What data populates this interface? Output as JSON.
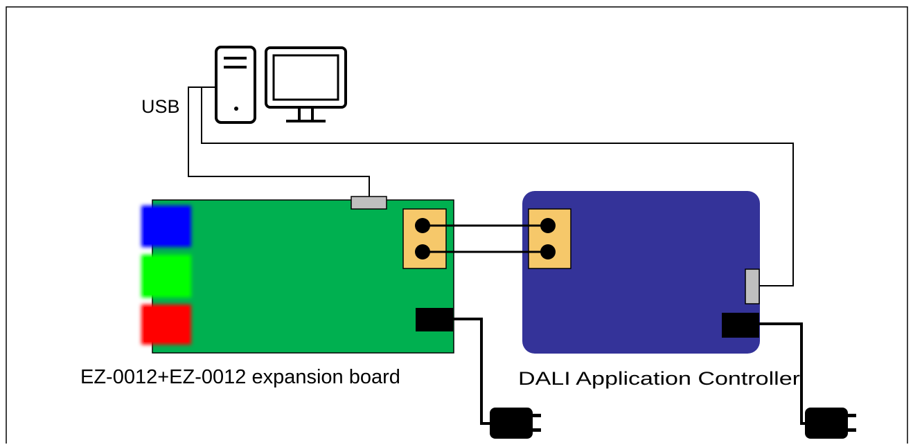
{
  "labels": {
    "usb": "USB",
    "left_board": "EZ-0012+EZ-0012 expansion board",
    "right_board": "DALI Application Controller"
  },
  "colors": {
    "frame": "#000000",
    "left_board": "#00B050",
    "right_board": "#343399",
    "terminal_block": "#F6C86A",
    "usb_connector": "#BFBFBF",
    "led_blue": "#0000FF",
    "led_green": "#00FF00",
    "led_red": "#FF0000",
    "wire": "#000000"
  },
  "icons": {
    "computer": "desktop-tower-icon",
    "monitor": "monitor-icon",
    "left_plug": "power-plug-icon",
    "right_plug": "power-plug-icon"
  }
}
